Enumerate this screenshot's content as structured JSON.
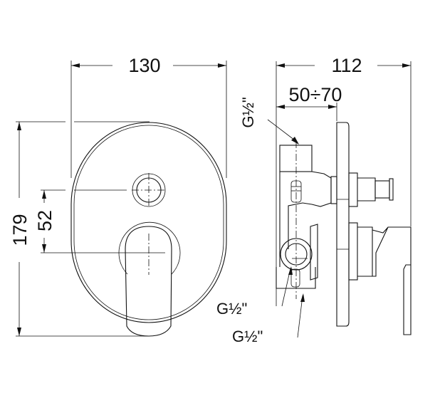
{
  "front_view": {
    "width_dim": "130",
    "height_dim": "179",
    "axis_spacing_dim": "52"
  },
  "side_view": {
    "depth_dim": "112",
    "install_depth_dim": "50÷70",
    "connection_top": "G½\"",
    "connection_bottom_1": "G½\"",
    "connection_bottom_2": "G½\""
  }
}
